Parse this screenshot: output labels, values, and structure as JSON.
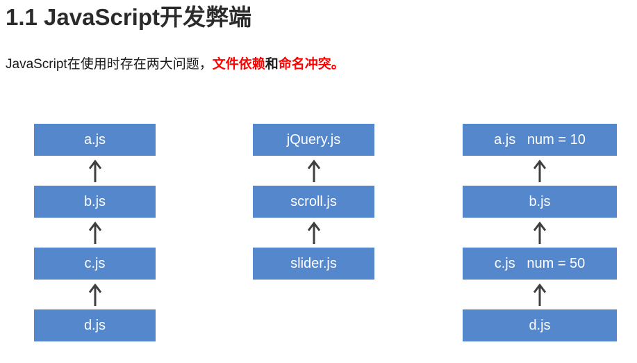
{
  "page": {
    "heading": "1.1 JavaScript开发弊端",
    "paragraph_parts": [
      {
        "text": "JavaScript在使用时存在两大问题，",
        "style": "normal"
      },
      {
        "text": "文件依赖",
        "style": "red-bold"
      },
      {
        "text": "和",
        "style": "bold"
      },
      {
        "text": "命名冲突。",
        "style": "red-bold"
      }
    ]
  },
  "colors": {
    "box_blue": "#5587cd",
    "arrow_gray": "#3f3f3f",
    "highlight_red": "#ff0000",
    "heading_dark": "#2b2b2b",
    "body_text": "#1a1a1a"
  },
  "diagram": {
    "arrow_icon": "up-arrow",
    "columns": [
      {
        "name": "file-dependency-chain",
        "boxes": [
          "a.js",
          "b.js",
          "c.js",
          "d.js"
        ]
      },
      {
        "name": "jquery-dependency-chain",
        "boxes": [
          "jQuery.js",
          "scroll.js",
          "slider.js"
        ]
      },
      {
        "name": "naming-conflict-chain",
        "boxes": [
          "a.js   num = 10",
          "b.js",
          "c.js   num = 50",
          "d.js"
        ]
      }
    ]
  }
}
